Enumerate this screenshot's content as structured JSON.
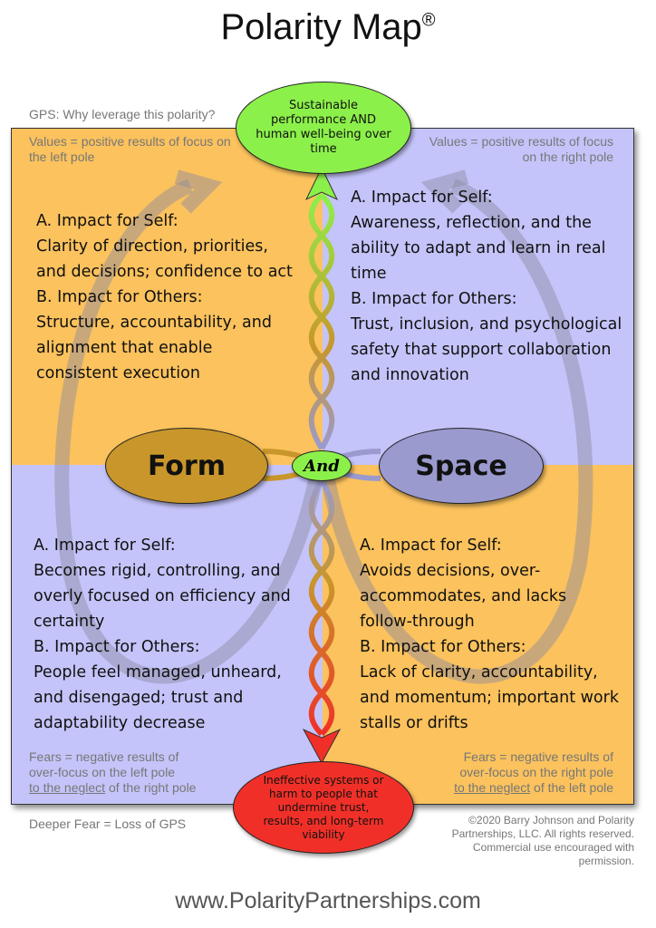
{
  "title": "Polarity Map",
  "registered": "®",
  "gps_label": "GPS: Why leverage this polarity?",
  "gps_text": "Sustainable performance AND human well-being over time",
  "values_left": "Values = positive results of focus on the left pole",
  "values_right": "Values = positive results of focus on the right pole",
  "fears_left": {
    "line1": "Fears = negative results of",
    "line2": "over-focus on the left pole",
    "underlined": "to the neglect",
    "rest": " of the right pole"
  },
  "fears_right": {
    "line1": "Fears = negative results of",
    "line2": "over-focus on the right pole",
    "underlined": "to the neglect",
    "rest": " of the left pole"
  },
  "deeper_fear_label": "Deeper Fear = Loss of GPS",
  "deeper_fear_text": "Ineffective systems or harm to people that undermine trust, results, and long-term viability",
  "left_pole": "Form",
  "right_pole": "Space",
  "connector": "And",
  "quadrants": {
    "upper_left": {
      "a_label": "A. Impact for Self:",
      "a_text": "Clarity of direction, priorities, and decisions; confidence to act",
      "b_label": "B. Impact for Others:",
      "b_text": "Structure, accountability, and alignment that enable consistent execution"
    },
    "upper_right": {
      "a_label": "A. Impact for Self:",
      "a_text": "Awareness, reflection, and the ability to adapt and learn in real time",
      "b_label": "B. Impact for Others:",
      "b_text": "Trust, inclusion, and psychological safety that support collaboration and innovation"
    },
    "lower_left": {
      "a_label": "A. Impact for Self:",
      "a_text": "Becomes rigid, controlling, and overly focused on efficiency and certainty",
      "b_label": "B. Impact for Others:",
      "b_text": "People feel managed, unheard, and disengaged; trust and adaptability decrease"
    },
    "lower_right": {
      "a_label": "A. Impact for Self:",
      "a_text": "Avoids decisions, over-accommodates, and lacks follow-through",
      "b_label": "B. Impact for Others:",
      "b_text": "Lack of clarity, accountability, and momentum; important work stalls or drifts"
    }
  },
  "copyright": "©2020 Barry Johnson and Polarity Partnerships, LLC. All rights reserved. Commercial use encouraged with permission.",
  "website": "www.PolarityPartnerships.com",
  "colors": {
    "orange": "#FBC25D",
    "lavender": "#C4C4FA",
    "form": "#C8962A",
    "space": "#9A9ACF",
    "gps": "#8CF04A",
    "fear": "#F03028"
  }
}
